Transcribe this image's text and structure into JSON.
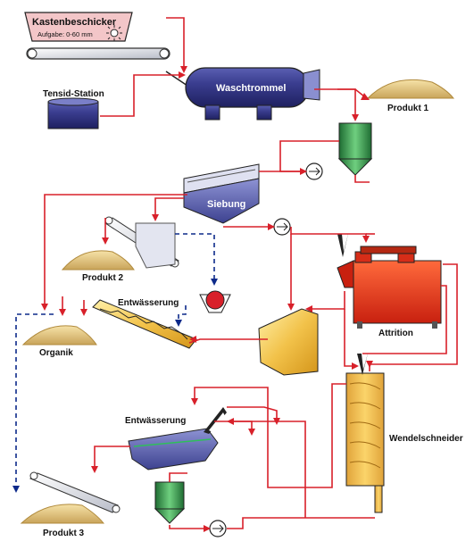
{
  "labels": {
    "kastenbeschicker": "Kastenbeschicker",
    "aufgabe": "Aufgabe: 0-60 mm",
    "tensid_station": "Tensid-Station",
    "waschtrommel": "Waschtrommel",
    "produkt1": "Produkt 1",
    "siebung": "Siebung",
    "produkt2": "Produkt 2",
    "entwaesserung_top": "Entwässerung",
    "organik": "Organik",
    "attrition": "Attrition",
    "wendelschneider": "Wendelschneider",
    "entwaesserung_bottom": "Entwässerung",
    "produkt3": "Produkt 3"
  },
  "colors": {
    "flow": "#d8202a",
    "waste_flow": "#0d2a8a",
    "drum": "#3a3d8f",
    "cyclone": "#2f9a4a",
    "attrition": "#e83a1f",
    "sand": "#e9cf8e",
    "hydrocyclone": "#f2c24a",
    "screen": "#6a70b5"
  }
}
